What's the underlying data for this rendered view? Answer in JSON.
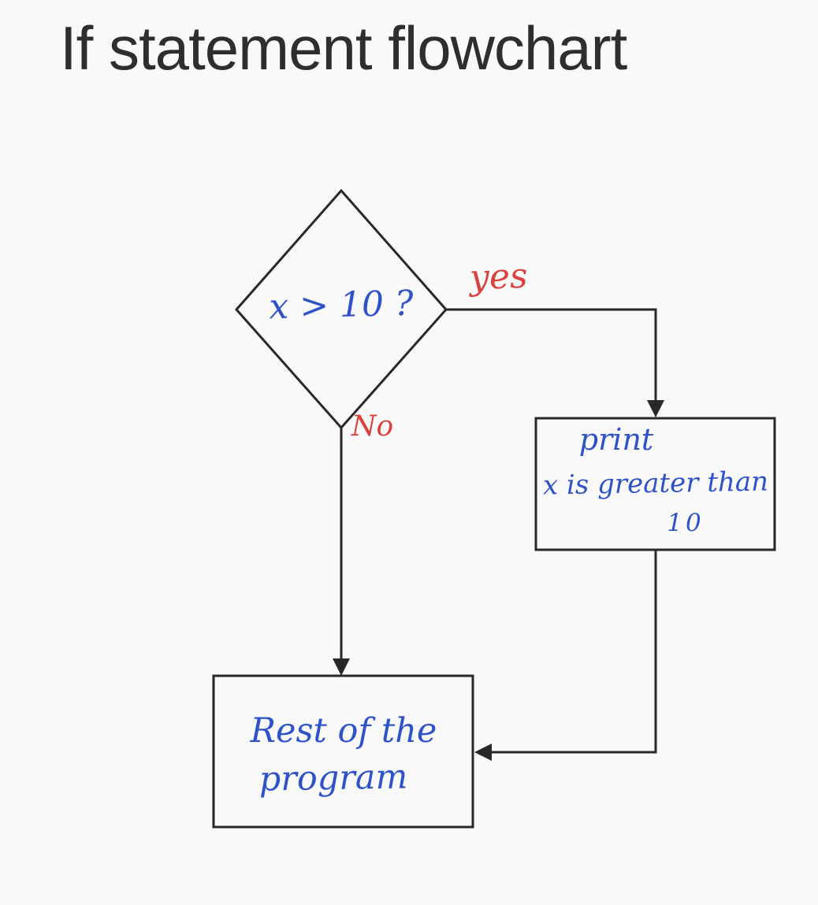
{
  "title": "If statement flowchart",
  "flowchart": {
    "decision": {
      "label": "x > 10 ?"
    },
    "branches": {
      "yes": "yes",
      "no": "No"
    },
    "print_box": {
      "line1": "print",
      "line2": "x is greater than",
      "line3": "10"
    },
    "rest_box": {
      "line1": "Rest of the",
      "line2": "program"
    }
  },
  "colors": {
    "background": "#f9f9f9",
    "stroke": "#282828",
    "handwriting_blue": "#2d52c9",
    "handwriting_red": "#d9423c",
    "title_text": "#2e2e2e"
  }
}
